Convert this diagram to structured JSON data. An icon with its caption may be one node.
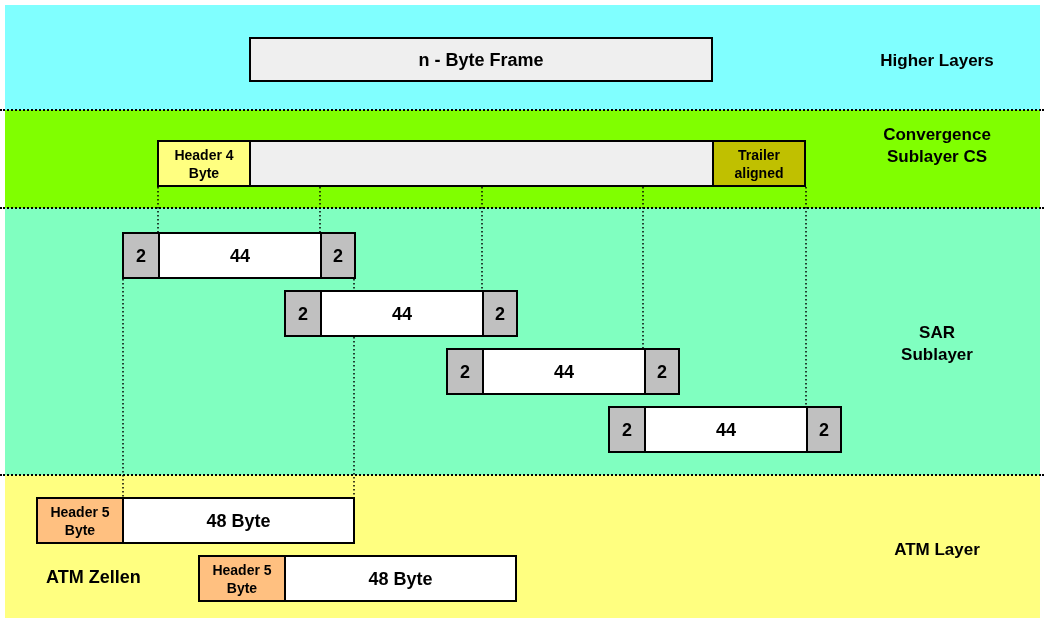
{
  "diagram": {
    "nodes": [
      {
        "text": [
          "Higher Layers"
        ]
      },
      {
        "text": [
          "n - Byte Frame"
        ],
        "in": 0
      },
      {
        "text": [
          "Convergence Sublayer CS"
        ]
      },
      {
        "text": [
          "Header 4 Byte"
        ],
        "in": 2
      },
      {
        "text": [],
        "shape": "box",
        "in": 2
      },
      {
        "text": [
          "Trailer aligned"
        ],
        "in": 2
      },
      {
        "text": [
          "SAR Sublayer"
        ]
      },
      {
        "text": [
          "2"
        ],
        "in": 6
      },
      {
        "text": [
          "44"
        ],
        "in": 6
      },
      {
        "text": [
          "2"
        ],
        "in": 6
      },
      {
        "text": [
          "2"
        ],
        "in": 6
      },
      {
        "text": [
          "44"
        ],
        "in": 6
      },
      {
        "text": [
          "2"
        ],
        "in": 6
      },
      {
        "text": [
          "2"
        ],
        "in": 6
      },
      {
        "text": [
          "44"
        ],
        "in": 6
      },
      {
        "text": [
          "2"
        ],
        "in": 6
      },
      {
        "text": [
          "2"
        ],
        "in": 6
      },
      {
        "text": [
          "44"
        ],
        "in": 6
      },
      {
        "text": [
          "2"
        ],
        "in": 6
      },
      {
        "text": [
          "ATM Layer"
        ]
      },
      {
        "text": [
          "Header 5 Byte"
        ],
        "in": 19
      },
      {
        "text": [
          "48 Byte"
        ],
        "in": 19
      },
      {
        "text": [
          "Header 5 Byte"
        ],
        "in": 19
      },
      {
        "text": [
          "48 Byte"
        ],
        "in": 19
      }
    ],
    "edges": [
      {
        "from": 3,
        "to": 8,
        "arrow": "none",
        "style": "dashed"
      },
      {
        "from": 4,
        "to": 9,
        "arrow": "none",
        "style": "dashed"
      },
      {
        "from": 4,
        "to": 12,
        "arrow": "none",
        "style": "dashed"
      },
      {
        "from": 4,
        "to": 15,
        "arrow": "none",
        "style": "dashed"
      },
      {
        "from": 5,
        "to": 18,
        "arrow": "none",
        "style": "dashed"
      },
      {
        "from": 7,
        "to": 21,
        "arrow": "none",
        "style": "dashed"
      },
      {
        "from": 9,
        "to": 11,
        "arrow": "none",
        "style": "dashed"
      },
      {
        "from": 11,
        "to": 21,
        "arrow": "none",
        "style": "dashed"
      }
    ],
    "labels": [
      "ATM Zellen"
    ]
  }
}
